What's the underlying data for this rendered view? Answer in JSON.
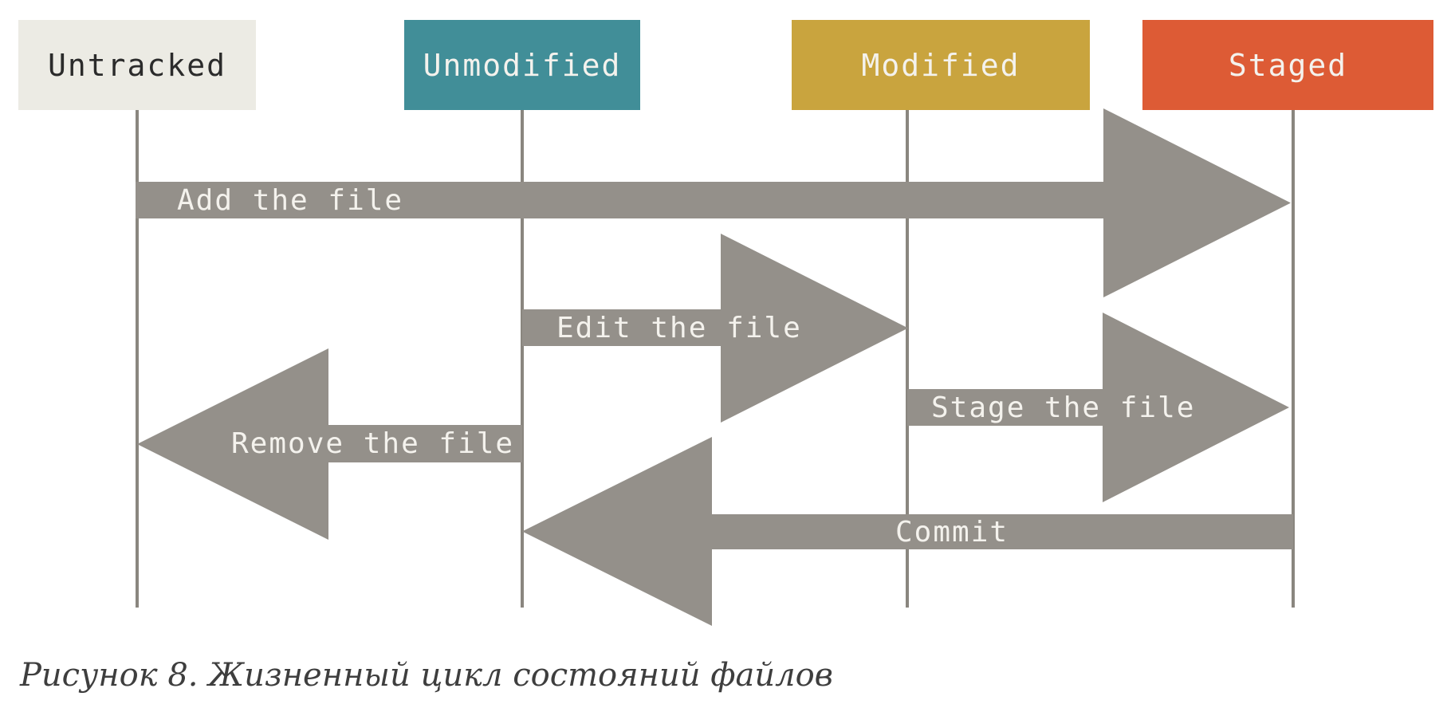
{
  "diagram": {
    "states": [
      {
        "label": "Untracked",
        "bg": "#ECEBE4",
        "fg": "#2B2B2B"
      },
      {
        "label": "Unmodified",
        "bg": "#418E98",
        "fg": "#F4F2ED"
      },
      {
        "label": "Modified",
        "bg": "#C9A43E",
        "fg": "#F4F2ED"
      },
      {
        "label": "Staged",
        "bg": "#DD5B35",
        "fg": "#F4F2ED"
      }
    ],
    "transitions": [
      {
        "label": "Add the file",
        "from": "Untracked",
        "to": "Staged",
        "direction": "right"
      },
      {
        "label": "Edit the file",
        "from": "Unmodified",
        "to": "Modified",
        "direction": "right"
      },
      {
        "label": "Stage the file",
        "from": "Modified",
        "to": "Staged",
        "direction": "right"
      },
      {
        "label": "Remove the file",
        "from": "Unmodified",
        "to": "Untracked",
        "direction": "left"
      },
      {
        "label": "Commit",
        "from": "Staged",
        "to": "Unmodified",
        "direction": "left"
      }
    ],
    "colors": {
      "arrow": "#94908A",
      "lifeline": "#8A867F",
      "arrow_text": "#F4F2ED",
      "background": "#FFFFFF",
      "caption_text": "#3E3E3E"
    },
    "caption": "Рисунок 8. Жизненный цикл состояний файлов"
  }
}
